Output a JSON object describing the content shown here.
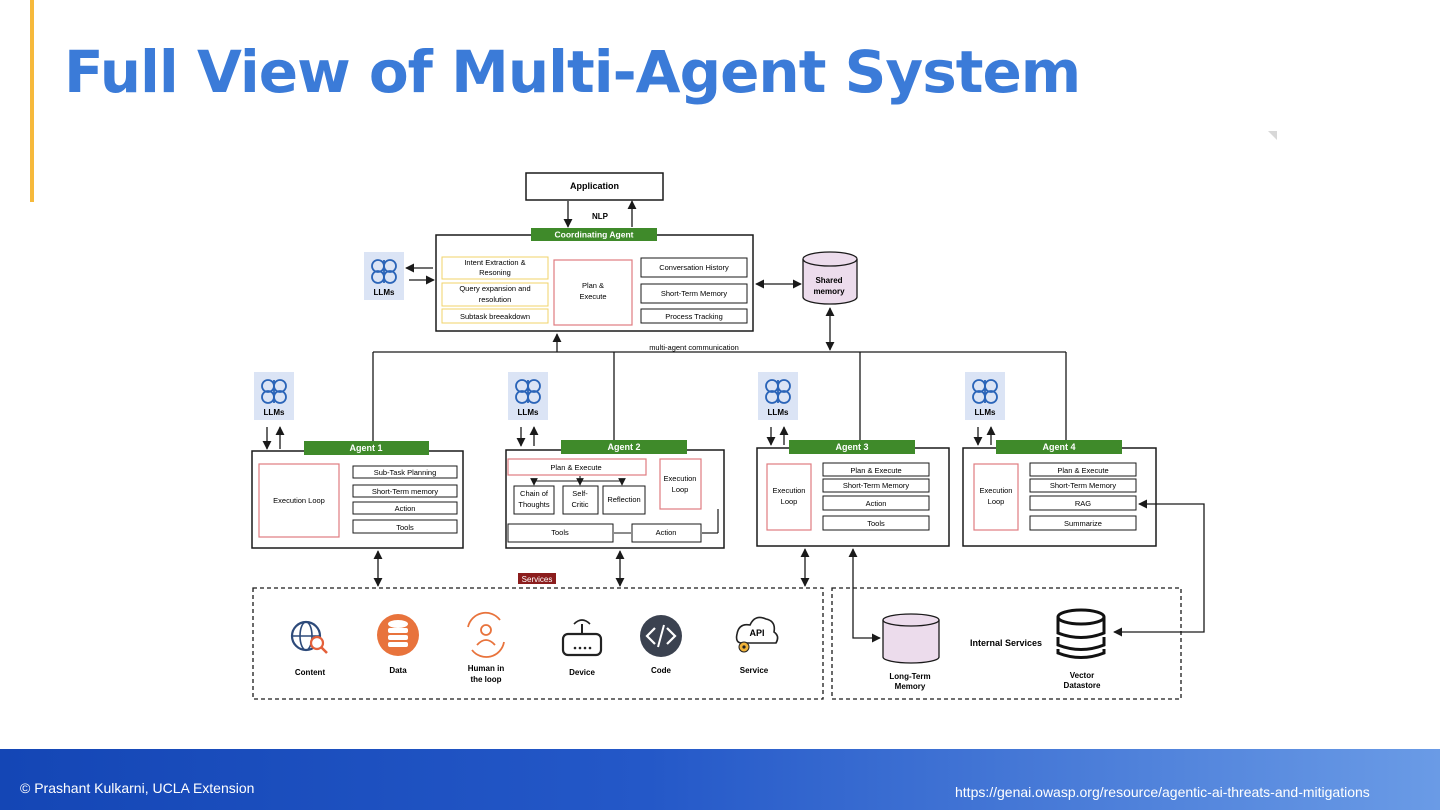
{
  "slide": {
    "title": "Full View of Multi-Agent System",
    "footer_left": "© Prashant Kulkarni, UCLA Extension",
    "footer_right": "https://genai.owasp.org/resource/agentic-ai-threats-and-mitigations"
  },
  "colors": {
    "title": "#3b7bd8",
    "accent_bar": "#f6b93b",
    "agent_label": "#3f8a2a",
    "footer_start": "#1446b5",
    "footer_end": "#6a9be6"
  },
  "diagram": {
    "application": "Application",
    "nlp": "NLP",
    "coordinator": {
      "label": "Coordinating Agent",
      "intent_1": "Intent Extraction &",
      "intent_2": "Resoning",
      "query_1": "Query expansion and",
      "query_2": "resolution",
      "subtask": "Subtask breeakdown",
      "plan_1": "Plan &",
      "plan_2": "Execute",
      "conversation": "Conversation History",
      "short_term": "Short-Term Memory",
      "process": "Process Tracking"
    },
    "llm_label": "LLMs",
    "shared_1": "Shared",
    "shared_2": "memory",
    "comm": "multi-agent communication",
    "agent1": {
      "label": "Agent 1",
      "loop": "Execution Loop",
      "planning": "Sub-Task Planning",
      "memory": "Short-Term memory",
      "action": "Action",
      "tools": "Tools"
    },
    "agent2": {
      "label": "Agent 2",
      "plan": "Plan & Execute",
      "chain_1": "Chain of",
      "chain_2": "Thoughts",
      "critic_1": "Self-",
      "critic_2": "Critic",
      "reflection": "Reflection",
      "loop_1": "Execution",
      "loop_2": "Loop",
      "tools": "Tools",
      "action": "Action"
    },
    "agent3": {
      "label": "Agent 3",
      "loop_1": "Execution",
      "loop_2": "Loop",
      "plan": "Plan & Execute",
      "memory": "Short-Term Memory",
      "action": "Action",
      "tools": "Tools"
    },
    "agent4": {
      "label": "Agent  4",
      "loop_1": "Execution",
      "loop_2": "Loop",
      "plan": "Plan & Execute",
      "memory": "Short-Term Memory",
      "rag": "RAG",
      "summarize": "Summarize"
    },
    "services": {
      "label": "Services",
      "content": "Content",
      "data": "Data",
      "human_1": "Human in",
      "human_2": "the loop",
      "device": "Device",
      "code": "Code",
      "service": "Service",
      "api": "API"
    },
    "internal": {
      "label": "Internal Services",
      "ltm_1": "Long-Term",
      "ltm_2": "Memory",
      "vector_1": "Vector",
      "vector_2": "Datastore"
    }
  }
}
